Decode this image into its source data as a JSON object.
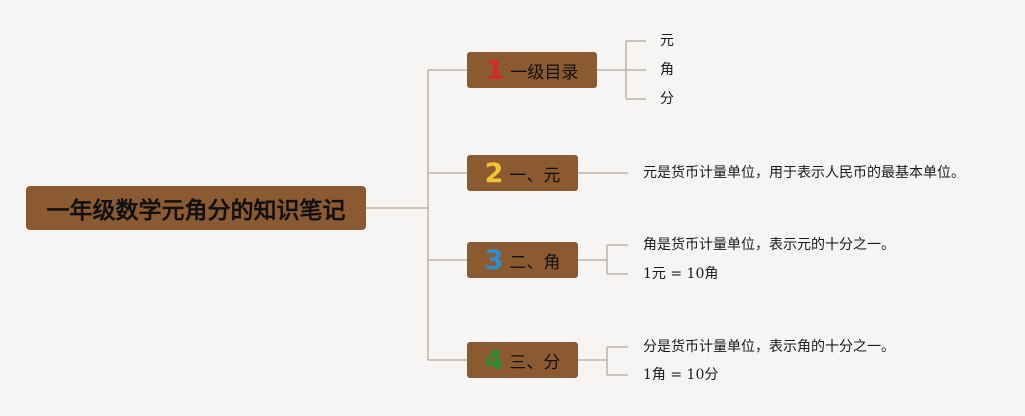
{
  "root": {
    "label": "一年级数学元角分的知识笔记"
  },
  "branches": [
    {
      "number": "1",
      "label": "一级目录",
      "leaves": [
        "元",
        "角",
        "分"
      ]
    },
    {
      "number": "2",
      "label": "一、元",
      "leaves": [
        "元是货币计量单位，用于表示人民币的最基本单位。"
      ]
    },
    {
      "number": "3",
      "label": "二、角",
      "leaves": [
        "角是货币计量单位，表示元的十分之一。",
        "1元 = 10角"
      ]
    },
    {
      "number": "4",
      "label": "三、分",
      "leaves": [
        "分是货币计量单位，表示角的十分之一。",
        "1角 = 10分"
      ]
    }
  ],
  "colors": {
    "background": "#f7f5f4",
    "node_fill": "#8b5a30",
    "connector": "#bcb3ad",
    "number_1": "#d42a2a",
    "number_2": "#f2c230",
    "number_3": "#2e8dd0",
    "number_4": "#2e8a2e"
  }
}
